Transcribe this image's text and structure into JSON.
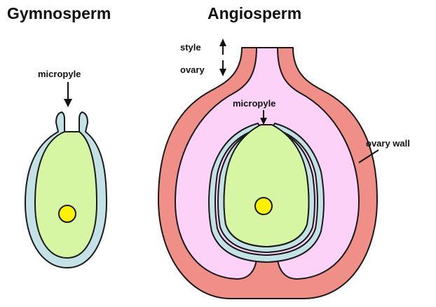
{
  "titles": {
    "gymnosperm": "Gymnosperm",
    "angiosperm": "Angiosperm"
  },
  "labels": {
    "gymno_micropyle": "micropyle",
    "angio_micropyle": "micropyle",
    "style": "style",
    "ovary": "ovary",
    "ovary_wall": "ovary wall"
  },
  "colors": {
    "integument": "#c4e2e6",
    "nucellus": "#d7f6a4",
    "egg": "#fff200",
    "ovary_wall": "#f08e88",
    "ovary_cavity": "#fcd2f9",
    "outline": "#1a1a1a"
  }
}
